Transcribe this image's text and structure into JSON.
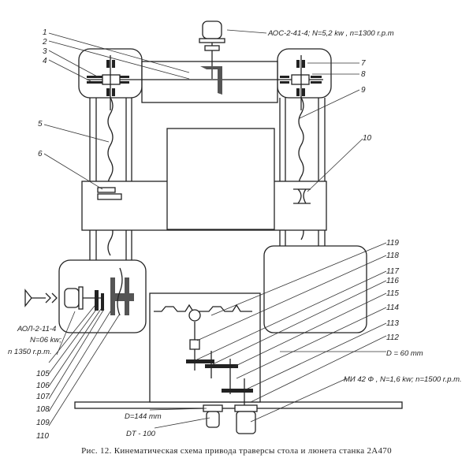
{
  "caption": "Рис. 12. Кинематическая схема привода траверсы стола и люнета станка 2А470",
  "motors": {
    "top": "АОС-2-41-4; N=5,2 kw ,  n=1300 r.p.m",
    "left_model": "АОЛ-2-11-4",
    "left_power": "N=06 kw;",
    "left_speed": "n 1350 r.p.m.",
    "bottom_right": "МИ 42 Ф ,  N=1,6 kw;  n=1500 r.p.m."
  },
  "dimensions": {
    "pulley_left_d": "D=144 mm",
    "belt_type": "DT - 100",
    "pulley_right_d": "D = 60 mm"
  },
  "callouts": {
    "left_top": [
      "1",
      "2",
      "3",
      "4"
    ],
    "right_top": [
      "7",
      "8",
      "9"
    ],
    "left_mid": [
      "5",
      "6"
    ],
    "right_mid": [
      "10"
    ],
    "left_bottom": [
      "105",
      "106",
      "107",
      "108",
      "109",
      "110"
    ],
    "right_bottom": [
      "119",
      "118",
      "117",
      "116",
      "115",
      "114",
      "113",
      "112"
    ]
  }
}
